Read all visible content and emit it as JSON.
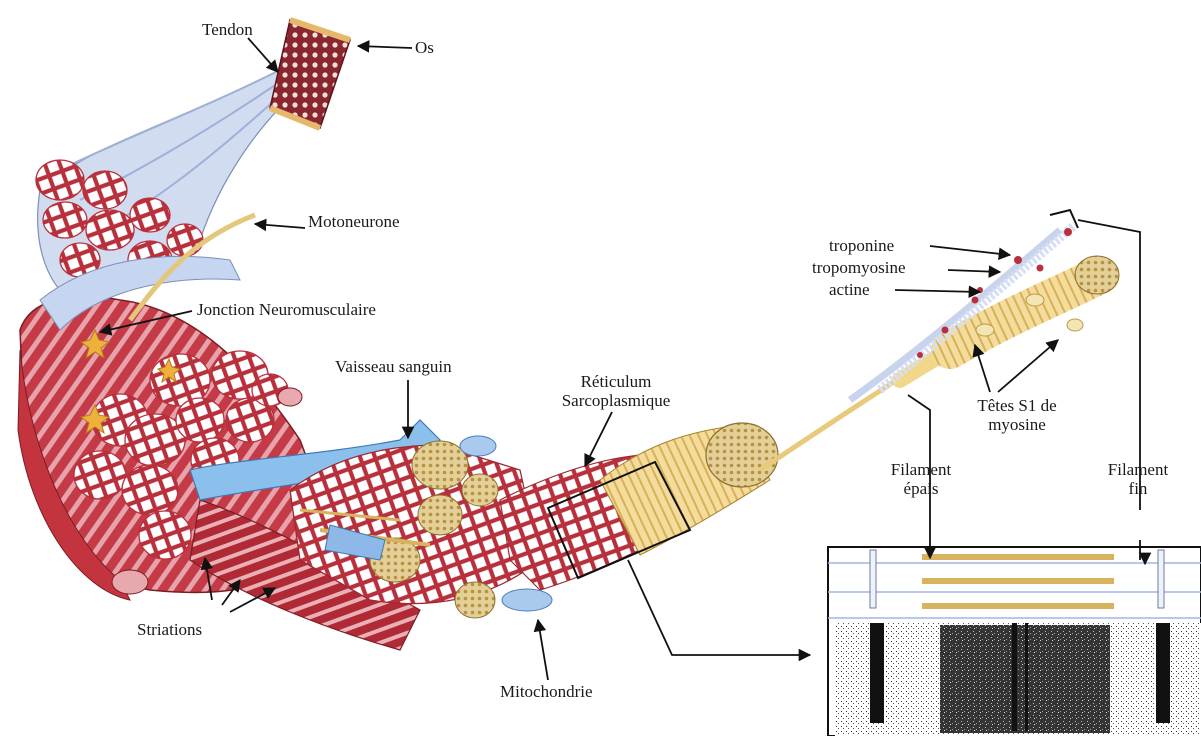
{
  "labels": {
    "tendon": "Tendon",
    "os": "Os",
    "motoneurone": "Motoneurone",
    "jonction": "Jonction Neuromusculaire",
    "vaisseau": "Vaisseau sanguin",
    "reticulum_1": "Réticulum",
    "reticulum_2": "Sarcoplasmique",
    "troponine": "troponine",
    "tropomyosine": "tropomyosine",
    "actine": "actine",
    "tetes_1": "Têtes S1 de",
    "tetes_2": "myosine",
    "filament_epais_1": "Filament",
    "filament_epais_2": "épais",
    "filament_fin_1": "Filament",
    "filament_fin_2": "fin",
    "striations": "Striations",
    "mitochondrie": "Mitochondrie"
  },
  "colors": {
    "muscle_red": "#b8303c",
    "fascicle_pink": "#e9d6dc",
    "fascia_blue": "#c9d6ee",
    "vessel_blue": "#7fb4e6",
    "fiber_yellow": "#e9c97a",
    "bone_red": "#7a1a22"
  }
}
